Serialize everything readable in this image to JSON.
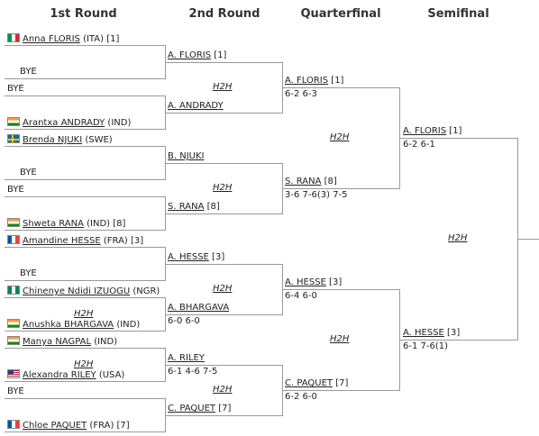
{
  "headers": {
    "r1": "1st Round",
    "r2": "2nd Round",
    "qf": "Quarterfinal",
    "sf": "Semifinal"
  },
  "flags": {
    "ITA": [
      "#009246",
      "#ffffff",
      "#ce2b37"
    ],
    "IND": [
      "#ff9933",
      "#ffffff",
      "#138808"
    ],
    "SWE": [
      "#006aa7",
      "#fecc00"
    ],
    "FRA": [
      "#0055a4",
      "#ffffff",
      "#ef4135"
    ],
    "NGR": [
      "#008751",
      "#ffffff",
      "#008751"
    ],
    "USA": [
      "#b22234",
      "#ffffff",
      "#3c3b6e"
    ]
  },
  "r1": [
    {
      "name": "Anna FLORIS",
      "suffix": " (ITA) [1]",
      "flag": "ITA"
    },
    {
      "name": "BYE",
      "suffix": "",
      "flag": ""
    },
    {
      "name": "BYE",
      "suffix": "",
      "flag": ""
    },
    {
      "name": "Arantxa ANDRADY",
      "suffix": " (IND)",
      "flag": "IND"
    },
    {
      "name": "Brenda NJUKI",
      "suffix": " (SWE)",
      "flag": "SWE"
    },
    {
      "name": "BYE",
      "suffix": "",
      "flag": ""
    },
    {
      "name": "BYE",
      "suffix": "",
      "flag": ""
    },
    {
      "name": "Shweta RANA",
      "suffix": " (IND) [8]",
      "flag": "IND"
    },
    {
      "name": "Amandine HESSE",
      "suffix": " (FRA) [3]",
      "flag": "FRA"
    },
    {
      "name": "BYE",
      "suffix": "",
      "flag": ""
    },
    {
      "name": "Chinenye Ndidi IZUOGU",
      "suffix": " (NGR)",
      "flag": "NGR"
    },
    {
      "name": "Anushka BHARGAVA",
      "suffix": " (IND)",
      "flag": "IND"
    },
    {
      "name": "Manya NAGPAL",
      "suffix": " (IND)",
      "flag": "IND"
    },
    {
      "name": "Alexandra RILEY",
      "suffix": " (USA)",
      "flag": "USA"
    },
    {
      "name": "BYE",
      "suffix": "",
      "flag": ""
    },
    {
      "name": "Chloe PAQUET",
      "suffix": " (FRA) [7]",
      "flag": "FRA"
    }
  ],
  "r2": [
    {
      "name": "A. FLORIS",
      "suffix": " [1]"
    },
    {
      "name": "A. ANDRADY",
      "suffix": ""
    },
    {
      "name": "B. NJUKI",
      "suffix": ""
    },
    {
      "name": "S. RANA",
      "suffix": " [8]"
    },
    {
      "name": "A. HESSE",
      "suffix": " [3]"
    },
    {
      "name": "A. BHARGAVA",
      "suffix": ""
    },
    {
      "name": "A. RILEY",
      "suffix": ""
    },
    {
      "name": "C. PAQUET",
      "suffix": " [7]"
    }
  ],
  "r1_scores": [
    "",
    "",
    "",
    "",
    "",
    "6-0 6-0",
    "6-1 4-6 7-5",
    ""
  ],
  "qf": [
    {
      "name": "A. FLORIS",
      "suffix": " [1]",
      "score": "6-2 6-3"
    },
    {
      "name": "S. RANA",
      "suffix": " [8]",
      "score": "3-6 7-6(3) 7-5"
    },
    {
      "name": "A. HESSE",
      "suffix": " [3]",
      "score": "6-4 6-0"
    },
    {
      "name": "C. PAQUET",
      "suffix": " [7]",
      "score": "6-2 6-0"
    }
  ],
  "sf": [
    {
      "name": "A. FLORIS",
      "suffix": " [1]",
      "score": "6-2 6-1"
    },
    {
      "name": "A. HESSE",
      "suffix": " [3]",
      "score": "6-1 7-6(1)"
    }
  ],
  "h2h_label": "H2H"
}
